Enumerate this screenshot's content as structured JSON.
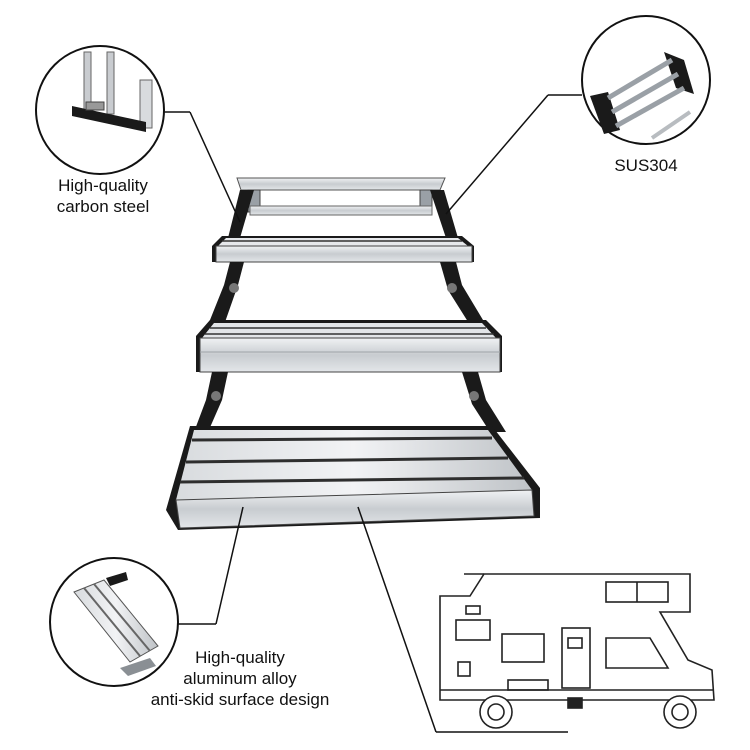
{
  "callouts": {
    "carbon_steel": {
      "line1": "High-quality",
      "line2": "carbon steel"
    },
    "sus304": {
      "text": "SUS304"
    },
    "aluminum": {
      "line1": "High-quality",
      "line2": "aluminum alloy",
      "line3": "anti-skid surface design"
    }
  },
  "colors": {
    "frame": "#1a1a1a",
    "tread": "#c9cdd1",
    "tread_light": "#e4e7ea",
    "groove": "#3a3a3a",
    "outline": "#111111"
  },
  "icons": [
    "rv-camper-illustration",
    "magnifier-circle"
  ]
}
